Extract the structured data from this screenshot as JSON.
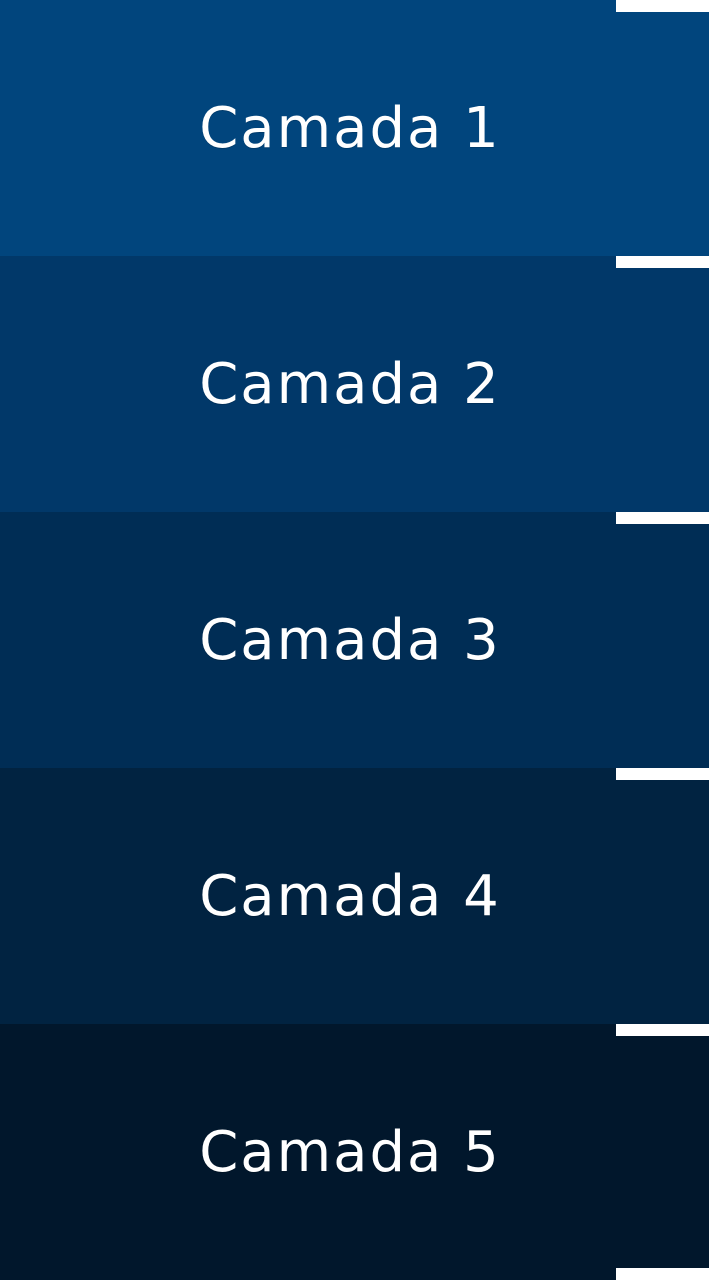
{
  "layers": [
    {
      "label": "Camada 1",
      "color": "#01457d"
    },
    {
      "label": "Camada 2",
      "color": "#013869"
    },
    {
      "label": "Camada 3",
      "color": "#002d55"
    },
    {
      "label": "Camada 4",
      "color": "#012341"
    },
    {
      "label": "Camada 5",
      "color": "#01172c"
    }
  ],
  "background_color": "#ffffff"
}
